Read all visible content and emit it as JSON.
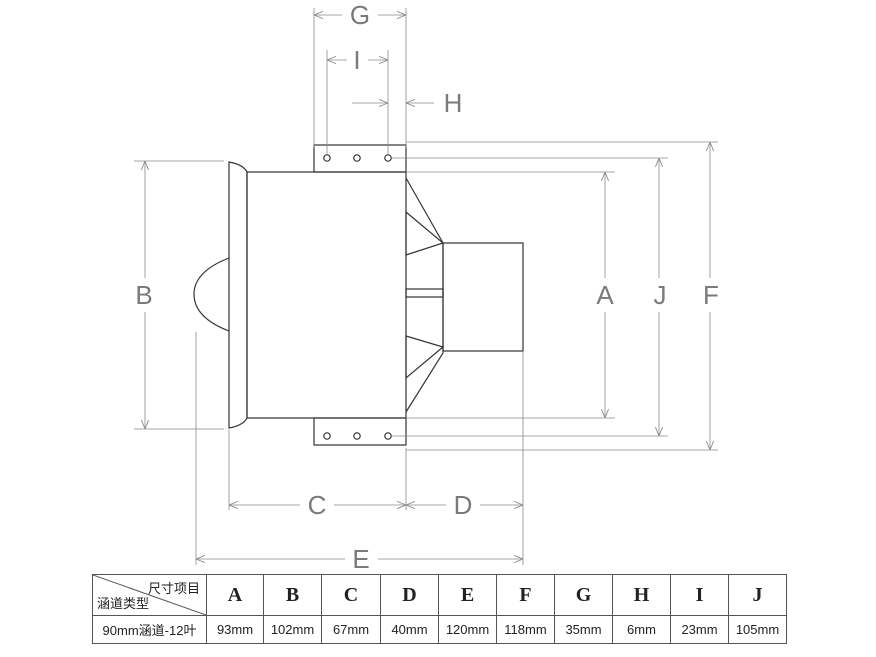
{
  "dimension_letters": [
    "G",
    "I",
    "H",
    "B",
    "A",
    "J",
    "F",
    "C",
    "D",
    "E"
  ],
  "table": {
    "corner_top": "尺寸项目",
    "corner_bottom": "涵道类型",
    "columns": [
      "A",
      "B",
      "C",
      "D",
      "E",
      "F",
      "G",
      "H",
      "I",
      "J"
    ],
    "row_label": "90mm涵道-12叶",
    "values": [
      "93mm",
      "102mm",
      "67mm",
      "40mm",
      "120mm",
      "118mm",
      "35mm",
      "6mm",
      "23mm",
      "105mm"
    ]
  }
}
